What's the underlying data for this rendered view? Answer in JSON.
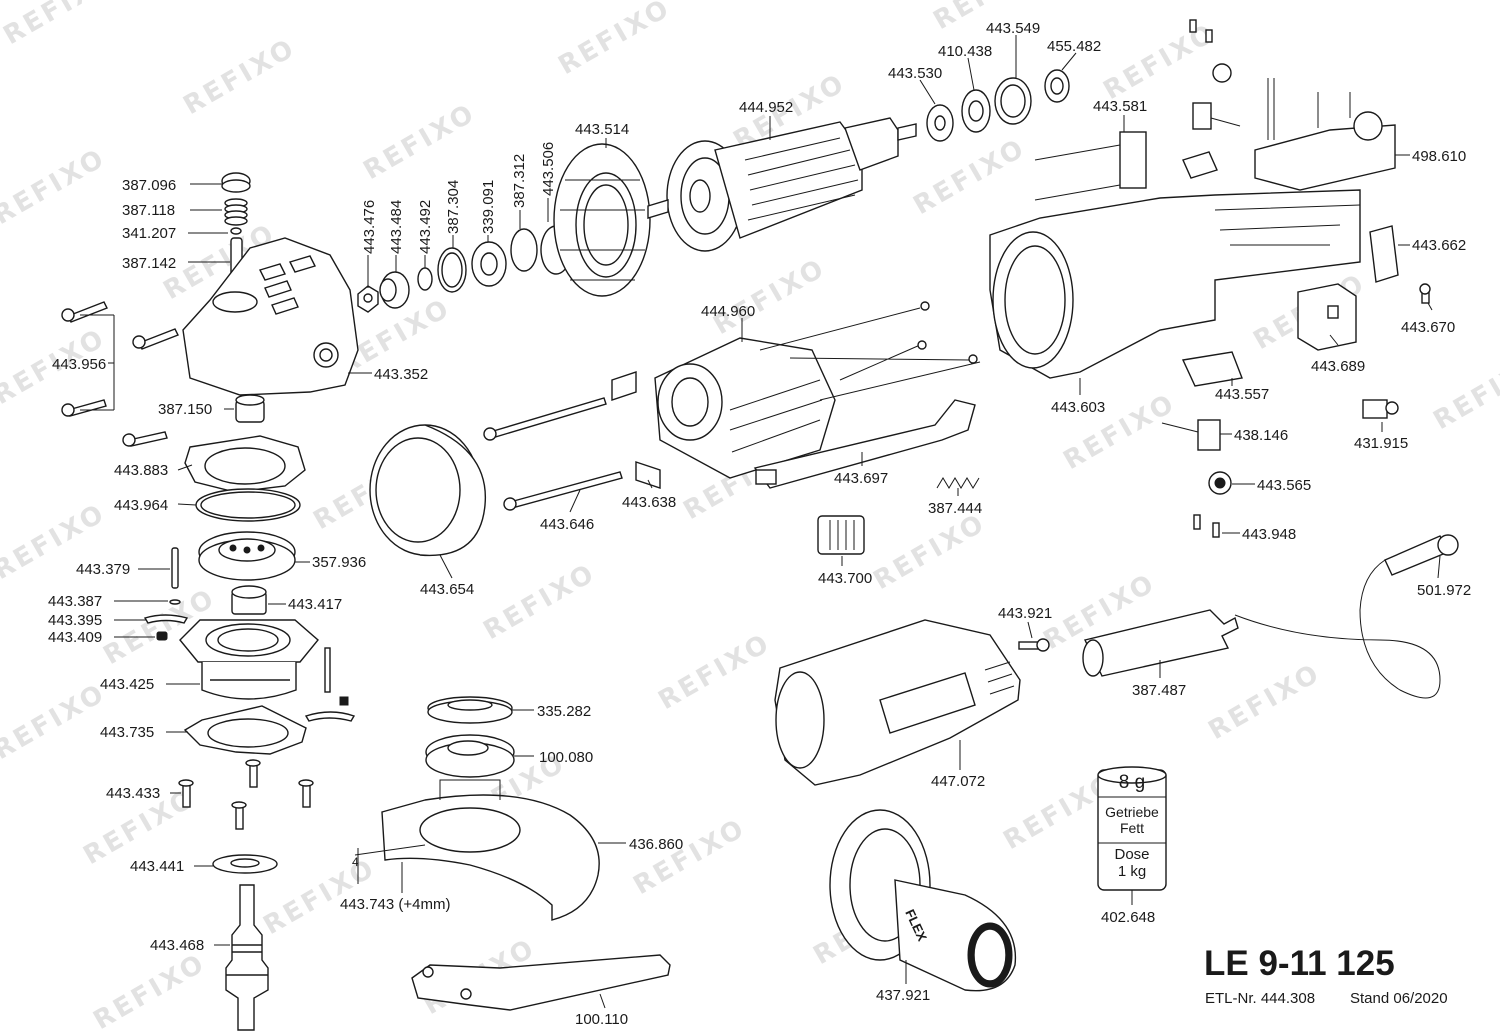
{
  "watermark": "REFIXO",
  "title": {
    "model": "LE 9-11 125",
    "etl": "ETL-Nr. 444.308",
    "stand": "Stand 06/2020"
  },
  "grease": {
    "amount": "8 g",
    "line1": "Getriebe",
    "line2": "Fett",
    "line3": "Dose",
    "line4": "1 kg",
    "part_no": "402.648"
  },
  "handle_brand": "FLEX",
  "parts": [
    {
      "no": "387.096"
    },
    {
      "no": "387.118"
    },
    {
      "no": "341.207"
    },
    {
      "no": "387.142"
    },
    {
      "no": "443.956"
    },
    {
      "no": "443.352"
    },
    {
      "no": "387.150"
    },
    {
      "no": "443.883"
    },
    {
      "no": "443.964"
    },
    {
      "no": "443.379"
    },
    {
      "no": "357.936"
    },
    {
      "no": "443.387"
    },
    {
      "no": "443.395"
    },
    {
      "no": "443.409"
    },
    {
      "no": "443.417"
    },
    {
      "no": "443.425"
    },
    {
      "no": "443.735"
    },
    {
      "no": "443.433"
    },
    {
      "no": "443.441"
    },
    {
      "no": "443.468"
    },
    {
      "no": "443.476"
    },
    {
      "no": "443.484"
    },
    {
      "no": "443.492"
    },
    {
      "no": "387.304"
    },
    {
      "no": "339.091"
    },
    {
      "no": "387.312"
    },
    {
      "no": "443.506"
    },
    {
      "no": "443.514"
    },
    {
      "no": "444.952"
    },
    {
      "no": "443.530"
    },
    {
      "no": "410.438"
    },
    {
      "no": "443.549"
    },
    {
      "no": "455.482"
    },
    {
      "no": "443.581"
    },
    {
      "no": "498.610"
    },
    {
      "no": "443.662"
    },
    {
      "no": "443.670"
    },
    {
      "no": "443.689"
    },
    {
      "no": "443.603"
    },
    {
      "no": "443.557"
    },
    {
      "no": "438.146"
    },
    {
      "no": "431.915"
    },
    {
      "no": "443.565"
    },
    {
      "no": "443.948"
    },
    {
      "no": "444.960"
    },
    {
      "no": "443.638"
    },
    {
      "no": "443.646"
    },
    {
      "no": "443.654"
    },
    {
      "no": "443.697"
    },
    {
      "no": "387.444"
    },
    {
      "no": "443.700"
    },
    {
      "no": "501.972"
    },
    {
      "no": "443.921"
    },
    {
      "no": "387.487"
    },
    {
      "no": "447.072"
    },
    {
      "no": "335.282"
    },
    {
      "no": "100.080"
    },
    {
      "no": "436.860"
    },
    {
      "no": "443.743 (+4mm)"
    },
    {
      "no": "4"
    },
    {
      "no": "437.921"
    },
    {
      "no": "100.110"
    }
  ]
}
